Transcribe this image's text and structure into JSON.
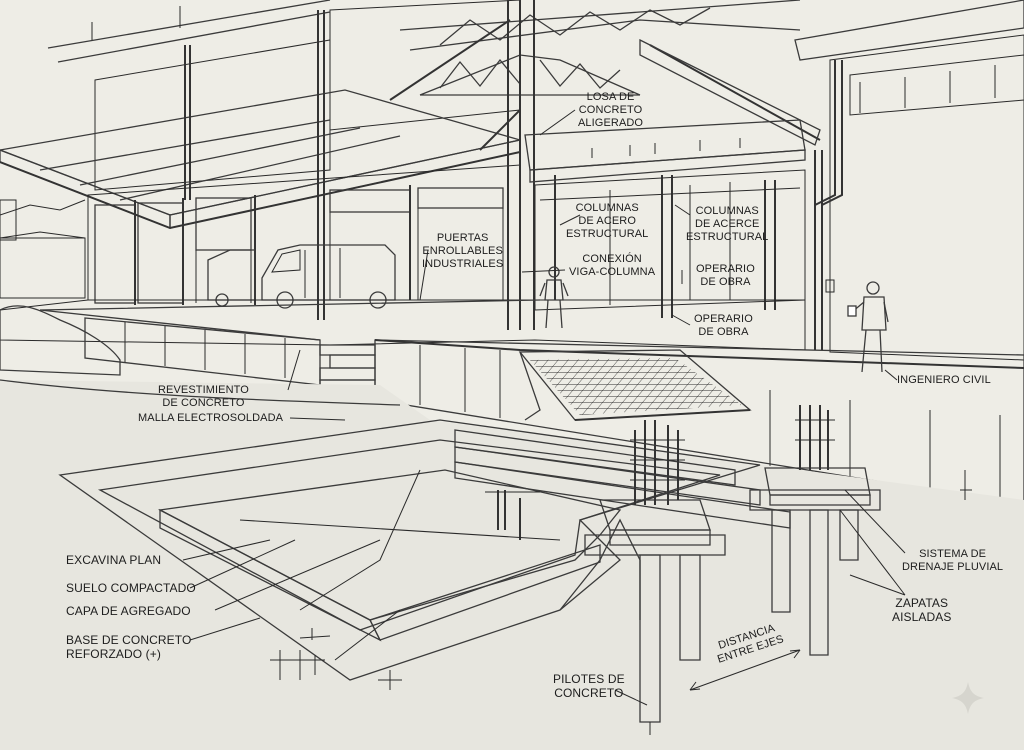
{
  "labels": {
    "losa": [
      "LOSA DE",
      "CONCRETO",
      "ALIGERADO"
    ],
    "puertas": [
      "PUERTAS",
      "ENROLLABLES",
      "INDUSTRIALES"
    ],
    "columnas1": [
      "COLUMNAS",
      "DE ACERO",
      "ESTRUCTURAL"
    ],
    "columnas2": [
      "COLUMNAS",
      "DE ACERCE",
      "ESTRUCTURAL"
    ],
    "conexion": [
      "CONEXIÓN",
      "VIGA-COLUMNA"
    ],
    "operario1": [
      "OPERARIO",
      "DE OBRA"
    ],
    "operario2": [
      "OPERARIO",
      "DE OBRA"
    ],
    "ingeniero": "INGENIERO CIVIL",
    "revestimiento": [
      "REVESTIMIENTO",
      "DE CONCRETO"
    ],
    "malla": "MALLA ELECTROSOLDADA",
    "excavina": "EXCAVINA PLAN",
    "suelo": "SUELO COMPACTADO",
    "capa": "CAPA DE AGREGADO",
    "base": [
      "BASE DE CONCRETO",
      "REFORZADO (+)"
    ],
    "sistema": [
      "SISTEMA DE",
      "DRENAJE PLUVIAL"
    ],
    "zapatas": [
      "ZAPATAS",
      "AISLADAS"
    ],
    "pilotes": [
      "PILOTES DE",
      "CONCRETO"
    ],
    "distancia": [
      "DISTANCIA",
      "ENTRE EJES"
    ]
  },
  "colors": {
    "paper": "#eeede6",
    "ink": "#2a2a2a",
    "concrete": "#e2e0d8",
    "concrete_dark": "#c9c7bf",
    "gravel": "#d6d4cc"
  },
  "icons": {
    "corner_mark": "sparkle-icon"
  }
}
